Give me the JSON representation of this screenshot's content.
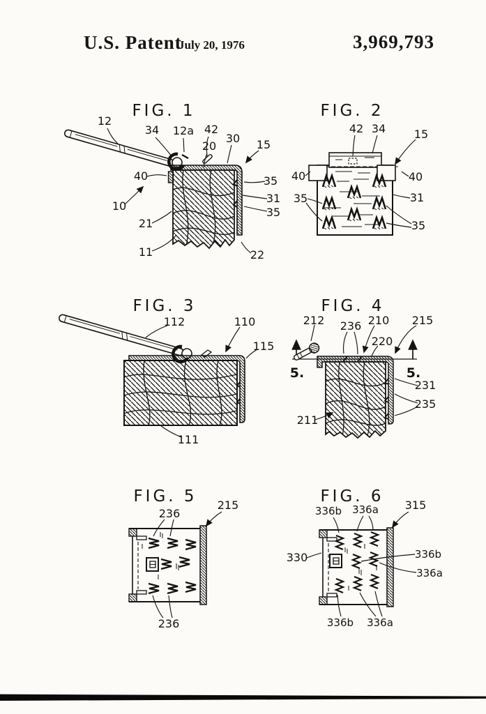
{
  "header": {
    "title": "U.S. Patent",
    "date": "July 20, 1976",
    "patent_number": "3,969,793"
  },
  "colors": {
    "ink": "#141414",
    "paper": "#fcfbf8"
  },
  "figures": {
    "fig1": {
      "title": "FIG. 1",
      "labels": {
        "n12": "12",
        "n34": "34",
        "n12a": "12a",
        "n42": "42",
        "n20": "20",
        "n30": "30",
        "n15": "15",
        "n40": "40",
        "n10": "10",
        "n21": "21",
        "n11": "11",
        "n35a": "35",
        "n31": "31",
        "n35b": "35",
        "n22": "22"
      }
    },
    "fig2": {
      "title": "FIG. 2",
      "labels": {
        "n42": "42",
        "n34": "34",
        "n15": "15",
        "n40l": "40",
        "n40r": "40",
        "n35l": "35",
        "n31": "31",
        "n35r": "35"
      }
    },
    "fig3": {
      "title": "FIG. 3",
      "labels": {
        "n112": "112",
        "n110": "110",
        "n115": "115",
        "n111": "111"
      }
    },
    "fig4": {
      "title": "FIG. 4",
      "labels": {
        "n212": "212",
        "n236": "236",
        "n210": "210",
        "n220": "220",
        "n215": "215",
        "n5l": "5.",
        "n5r": "5.",
        "n231": "231",
        "n235": "235",
        "n211": "211"
      }
    },
    "fig5": {
      "title": "FIG. 5",
      "labels": {
        "n215": "215",
        "n236t": "236",
        "n236b": "236"
      }
    },
    "fig6": {
      "title": "FIG. 6",
      "labels": {
        "n315": "315",
        "n336b_tl": "336b",
        "n336a_tm": "336a",
        "n330": "330",
        "n336b_r": "336b",
        "n336a_r": "336a",
        "n336b_bl": "336b",
        "n336a_bm": "336a"
      }
    }
  }
}
